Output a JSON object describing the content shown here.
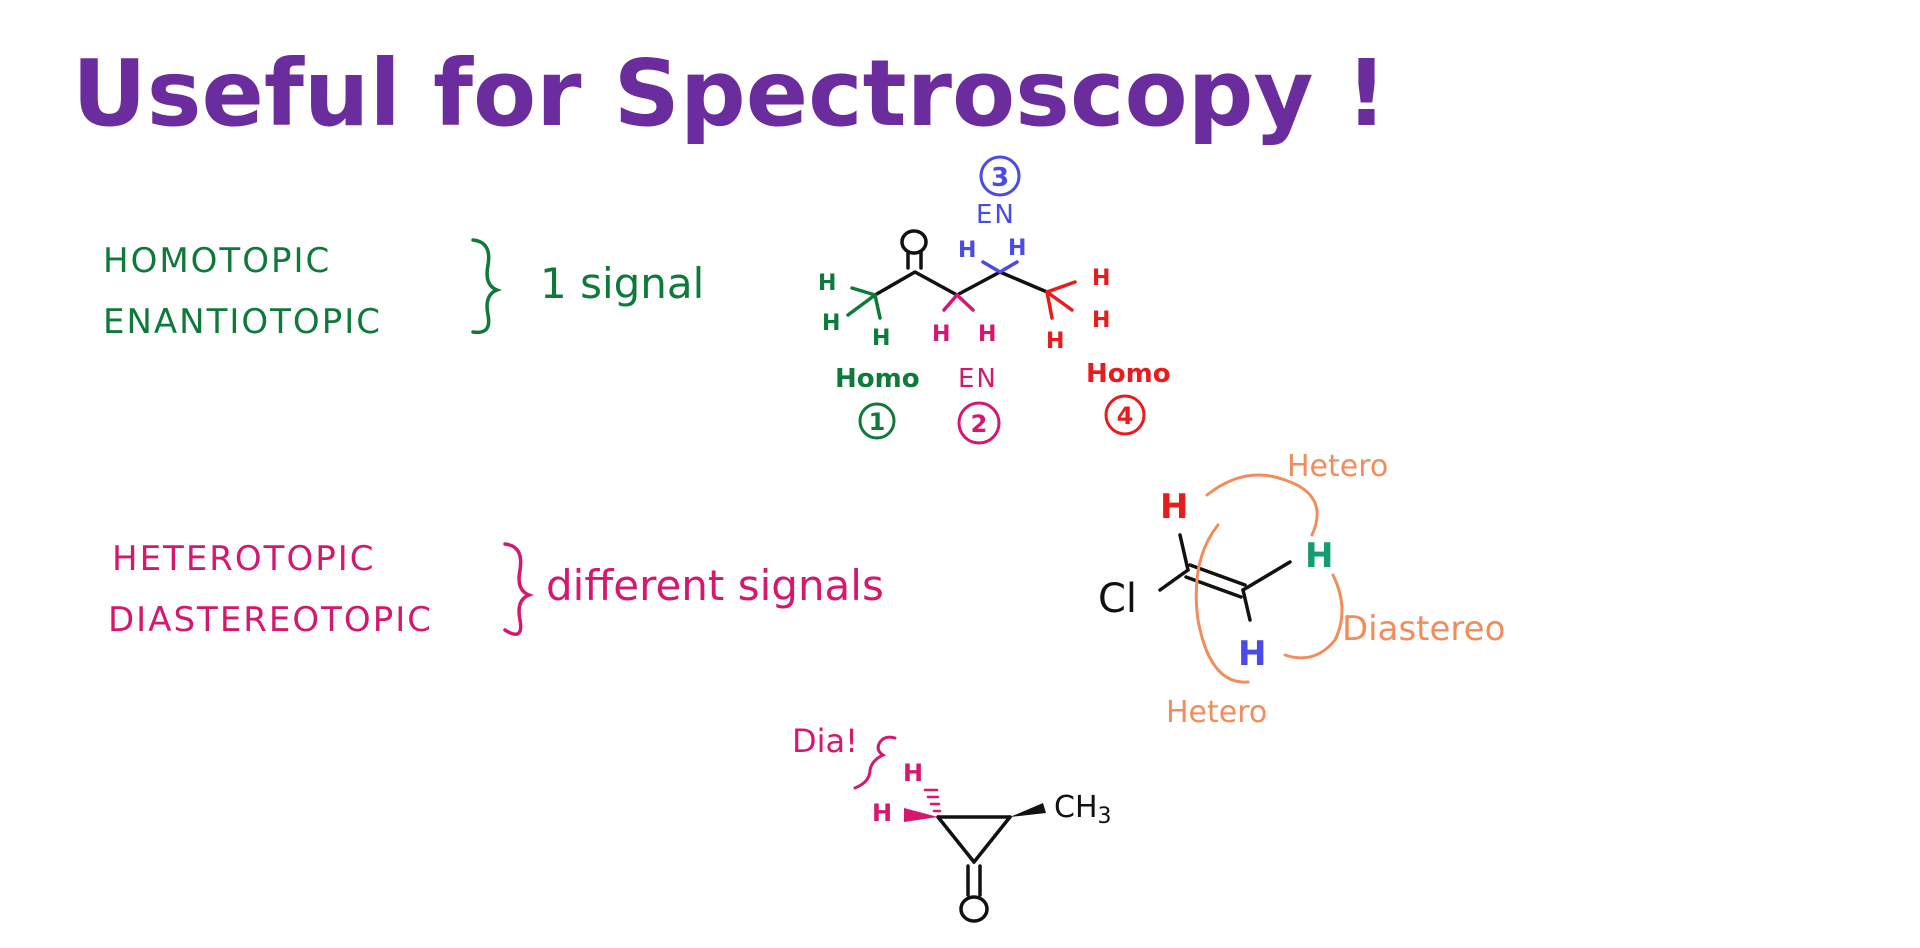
{
  "title": "Useful for Spectroscopy !",
  "colors": {
    "purple": "#6b2c9e",
    "green": "#0e7a3a",
    "magenta": "#d6176e",
    "blue": "#4a4ae6",
    "red": "#e81c1c",
    "orange": "#f28c5a",
    "teal": "#119c72",
    "black": "#111111"
  },
  "group1": {
    "terms": [
      "HOMOTOPIC",
      "ENANTIOTOPIC"
    ],
    "result": "1 signal"
  },
  "group2": {
    "terms": [
      "HETEROTOPIC",
      "DIASTEREOTOPIC"
    ],
    "result": "different signals"
  },
  "butanone": {
    "oxygen": "O",
    "h": "H",
    "labels": {
      "homo_left": "Homo",
      "en_bottom": "EN",
      "homo_right": "Homo",
      "en_top": "EN"
    },
    "numbers": [
      "1",
      "2",
      "3",
      "4"
    ]
  },
  "vinyl_chloride": {
    "cl": "Cl",
    "h": "H",
    "labels": {
      "hetero_top": "Hetero",
      "diastereo": "Diastereo",
      "hetero_bottom": "Hetero"
    }
  },
  "cyclopropanone": {
    "dia_label": "Dia!",
    "h": "H",
    "ch3": "CH",
    "ch3_sub": "3",
    "oxygen": "O"
  }
}
